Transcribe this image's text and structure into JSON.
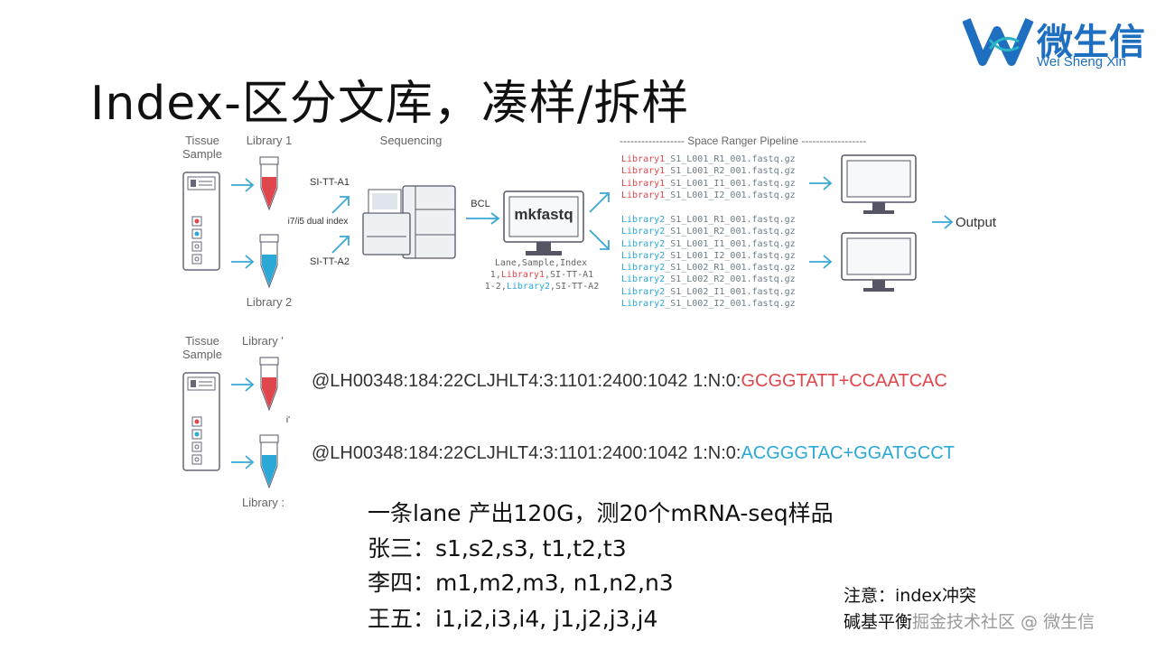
{
  "title": "Index-区分文库，凑样/拆样",
  "logo": {
    "brand": "微生信",
    "sub": "Wei Sheng Xin"
  },
  "diagram": {
    "tissue_label": "Tissue\nSample",
    "library1": "Library 1",
    "library2": "Library 2",
    "sequencing": "Sequencing",
    "si_a1": "SI-TT-A1",
    "dual_index": "i7/i5 dual index",
    "si_a2": "SI-TT-A2",
    "bcl": "BCL",
    "mkfastq": "mkfastq",
    "samplesheet_header": "Lane,Sample,Index",
    "samplesheet_row1": {
      "lane": "1,",
      "sample": "Library1",
      "index": ",SI-TT-A1"
    },
    "samplesheet_row2": {
      "lane": "1-2,",
      "sample": "Library2",
      "index": ",SI-TT-A2"
    },
    "pipeline_title": "------------------ Space Ranger Pipeline ------------------",
    "output": "Output",
    "lib1_files": [
      {
        "prefix": "Library1",
        "suffix": "_S1_L001_R1_001.fastq.gz"
      },
      {
        "prefix": "Library1",
        "suffix": "_S1_L001_R2_001.fastq.gz"
      },
      {
        "prefix": "Library1",
        "suffix": "_S1_L001_I1_001.fastq.gz"
      },
      {
        "prefix": "Library1",
        "suffix": "_S1_L001_I2_001.fastq.gz"
      }
    ],
    "lib2_files": [
      {
        "prefix": "Library2",
        "suffix": "_S1_L001_R1_001.fastq.gz"
      },
      {
        "prefix": "Library2",
        "suffix": "_S1_L001_R2_001.fastq.gz"
      },
      {
        "prefix": "Library2",
        "suffix": "_S1_L001_I1_001.fastq.gz"
      },
      {
        "prefix": "Library2",
        "suffix": "_S1_L001_I2_001.fastq.gz"
      },
      {
        "prefix": "Library2",
        "suffix": "_S1_L002_R1_001.fastq.gz"
      },
      {
        "prefix": "Library2",
        "suffix": "_S1_L002_R2_001.fastq.gz"
      },
      {
        "prefix": "Library2",
        "suffix": "_S1_L002_I1_001.fastq.gz"
      },
      {
        "prefix": "Library2",
        "suffix": "_S1_L002_I2_001.fastq.gz"
      }
    ]
  },
  "diagram2": {
    "tissue_label": "Tissue\nSample",
    "library_top": "Library '",
    "library_bottom": "Library :",
    "stray": "i'"
  },
  "reads": [
    {
      "header": "@LH00348:184:22CLJHLT4:3:1101:2400:1042 1:N:0:",
      "index": "GCGGTATT+CCAATCAC",
      "color": "#e0474c"
    },
    {
      "header": "@LH00348:184:22CLJHLT4:3:1101:2400:1042 1:N:0:",
      "index": "ACGGGTAC+GGATGCCT",
      "color": "#2aa9d6"
    }
  ],
  "body_lines": [
    "一条lane 产出120G，测20个mRNA-seq样品",
    "张三：s1,s2,s3, t1,t2,t3",
    "李四：m1,m2,m3, n1,n2,n3",
    "王五：i1,i2,i3,i4, j1,j2,j3,j4"
  ],
  "note": "注意：index冲突",
  "note2": "碱基平衡",
  "watermark": "掘金技术社区 @ 微生信",
  "colors": {
    "red": "#e0474c",
    "blue": "#2aa9d6",
    "arrow": "#3aa8d8",
    "brand": "#1e6fc0"
  }
}
